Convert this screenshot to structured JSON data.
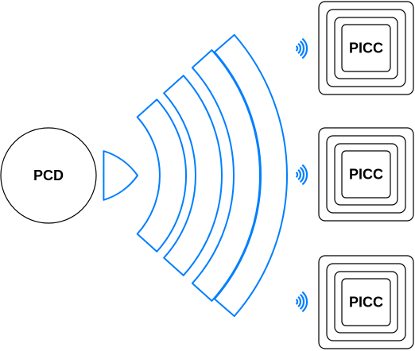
{
  "pcd": {
    "label": "PCD"
  },
  "piccs": [
    {
      "label": "PICC"
    },
    {
      "label": "PICC"
    },
    {
      "label": "PICC"
    }
  ],
  "icons": {
    "reader": "reader-circle",
    "card": "card-square-nested",
    "wave": "radio-wave-arcs"
  },
  "colors": {
    "wave": "#007FFF",
    "outline": "#000000",
    "background": "#FFFFFF"
  }
}
